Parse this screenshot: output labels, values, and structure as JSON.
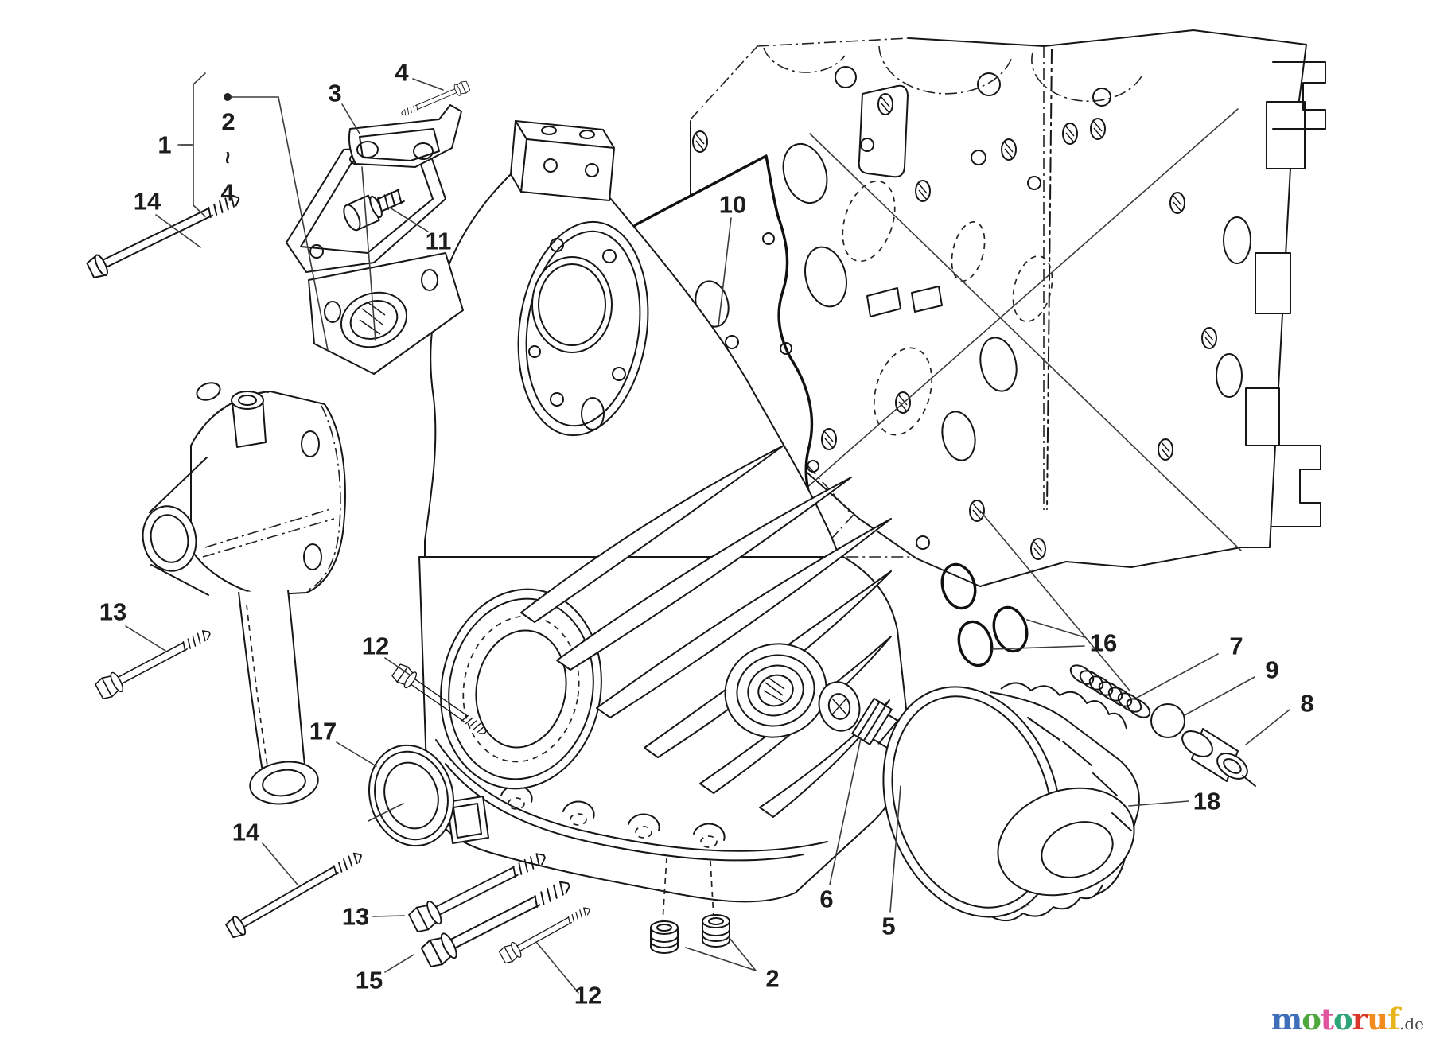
{
  "diagram": {
    "type": "exploded-parts-diagram",
    "ink_color": "#161616",
    "background_color": "#ffffff",
    "part_count_labels": 24
  },
  "callouts": [
    {
      "id": "assembly-1",
      "label": "1"
    },
    {
      "id": "range-start",
      "label": "2"
    },
    {
      "id": "range-tilde",
      "label": "~"
    },
    {
      "id": "range-end",
      "label": "4"
    },
    {
      "id": "bracket-3",
      "label": "3"
    },
    {
      "id": "bolt-4",
      "label": "4"
    },
    {
      "id": "plug-11",
      "label": "11"
    },
    {
      "id": "stud-14-top",
      "label": "14"
    },
    {
      "id": "gasket-10",
      "label": "10"
    },
    {
      "id": "bolt-13-left",
      "label": "13"
    },
    {
      "id": "bolt-12-left",
      "label": "12"
    },
    {
      "id": "seal-17",
      "label": "17"
    },
    {
      "id": "stud-14-bot",
      "label": "14"
    },
    {
      "id": "bolt-13-bot",
      "label": "13"
    },
    {
      "id": "bolt-15",
      "label": "15"
    },
    {
      "id": "bolt-12-bot",
      "label": "12"
    },
    {
      "id": "plugs-2",
      "label": "2"
    },
    {
      "id": "washer-6",
      "label": "6"
    },
    {
      "id": "union-5",
      "label": "5"
    },
    {
      "id": "orings-16",
      "label": "16"
    },
    {
      "id": "spring-7",
      "label": "7"
    },
    {
      "id": "ball-9",
      "label": "9"
    },
    {
      "id": "piston-8",
      "label": "8"
    },
    {
      "id": "filter-18",
      "label": "18"
    }
  ],
  "logo": {
    "letters": [
      {
        "char": "m",
        "color": "#3f6fba"
      },
      {
        "char": "o",
        "color": "#4fa83d"
      },
      {
        "char": "t",
        "color": "#e0559e"
      },
      {
        "char": "o",
        "color": "#2da578"
      },
      {
        "char": "r",
        "color": "#d8372a"
      },
      {
        "char": "u",
        "color": "#f08c1e"
      },
      {
        "char": "f",
        "color": "#e8b41c"
      }
    ],
    "suffix": ".de",
    "suffix_color": "#4a4a4a"
  }
}
